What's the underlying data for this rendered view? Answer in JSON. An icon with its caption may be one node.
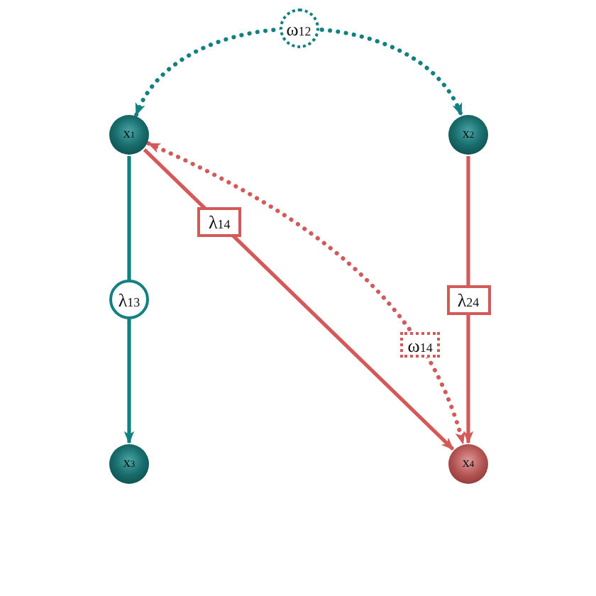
{
  "diagram": {
    "nodes": [
      {
        "text": [
          "x$_{1}$"
        ]
      },
      {
        "text": [
          "x$_{2}$"
        ]
      },
      {
        "text": [
          "x$_{3}$"
        ]
      },
      {
        "text": [
          "x$_{4}$"
        ]
      }
    ],
    "edges": [
      {
        "from": 0,
        "to": 1,
        "arrow": "both",
        "label": "ω$_{12}$",
        "style": "dashed",
        "color": "#128080"
      },
      {
        "from": 0,
        "to": 2,
        "arrow": "to",
        "label": "λ$_{13}$",
        "color": "#128080"
      },
      {
        "from": 0,
        "to": 3,
        "arrow": "to",
        "label": "λ$_{14}$"
      },
      {
        "from": 1,
        "to": 3,
        "arrow": "to",
        "label": "λ$_{24}$"
      },
      {
        "from": 0,
        "to": 3,
        "arrow": "both",
        "label": "ω$_{14}$",
        "style": "dashed"
      }
    ]
  }
}
